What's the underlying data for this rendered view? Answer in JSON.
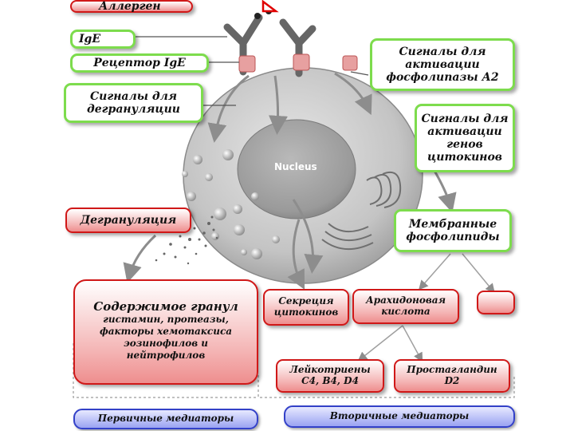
{
  "labels": {
    "allergen": "Аллерген",
    "ige": "IgE",
    "receptor": "Рецептор IgE",
    "degranulation_signals": "Сигналы для\nдегрануляции",
    "pla2_signals": "Сигналы для\nактивации\nфосфолипазы А2",
    "cytokine_gene_signals": "Сигналы для\nактивации\nгенов\nцитокинов",
    "nucleus": "Nucleus",
    "degranulation": "Дегрануляция",
    "membrane_phospholipids": "Мембранные\nфосфолипиды",
    "granule_contents_title": "Содержимое гранул",
    "granule_contents_detail": "гистамин, протеазы,\nфакторы хемотаксиса\nэозинофилов и\nнейтрофилов",
    "cytokine_secretion": "Секреция\nцитокинов",
    "arachidonic_acid": "Арахидоновая\nкислота",
    "leukotrienes": "Лейкотриены\nC4, B4, D4",
    "prostaglandin": "Простагландин\nD2",
    "primary_mediators": "Первичные медиаторы",
    "secondary_mediators": "Вторичные медиаторы"
  },
  "colors": {
    "green_border": "#7ddc4d",
    "red_border": "#d01818",
    "blue_border": "#3341c8",
    "cell_fill": "#c8c8c8"
  }
}
